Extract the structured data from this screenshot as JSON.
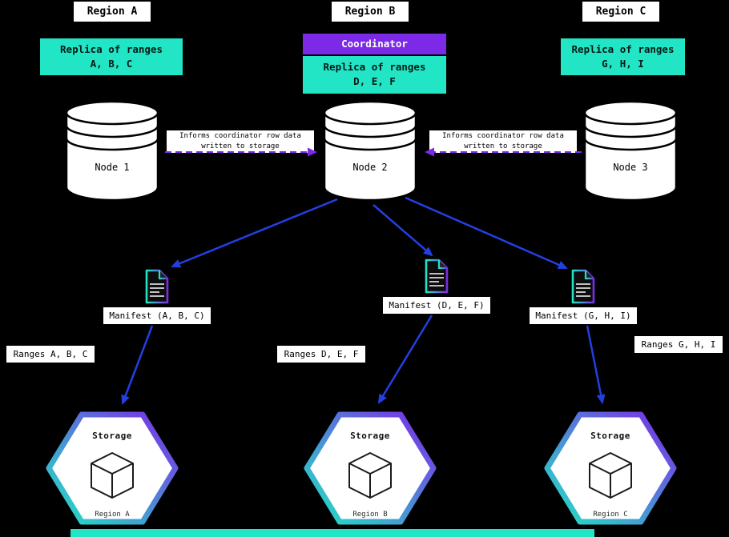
{
  "colors": {
    "background": "#000000",
    "cyan": "#21E5C5",
    "purple": "#7D2AE8",
    "blue": "#2240E2",
    "box_white": "#FFFFFF"
  },
  "regions": [
    {
      "header": "Region A",
      "replica_line1": "Replica of ranges",
      "replica_line2": "A, B, C",
      "node_label": "Node 1",
      "manifest_label": "Manifest (A, B, C)",
      "ranges_label": "Ranges A, B, C",
      "storage_title": "Storage",
      "storage_region": "Region A"
    },
    {
      "header": "Region B",
      "coordinator_label": "Coordinator",
      "replica_line1": "Replica of ranges",
      "replica_line2": "D, E, F",
      "node_label": "Node 2",
      "manifest_label": "Manifest (D, E, F)",
      "ranges_label": "Ranges D, E, F",
      "storage_title": "Storage",
      "storage_region": "Region B"
    },
    {
      "header": "Region C",
      "replica_line1": "Replica of ranges",
      "replica_line2": "G, H, I",
      "node_label": "Node 3",
      "manifest_label": "Manifest (G, H, I)",
      "ranges_label": "Ranges G, H, I",
      "storage_title": "Storage",
      "storage_region": "Region C"
    }
  ],
  "inform_arrows": [
    {
      "line1": "Informs coordinator row data",
      "line2": "written to storage"
    },
    {
      "line1": "Informs coordinator row data",
      "line2": "written to storage"
    }
  ]
}
